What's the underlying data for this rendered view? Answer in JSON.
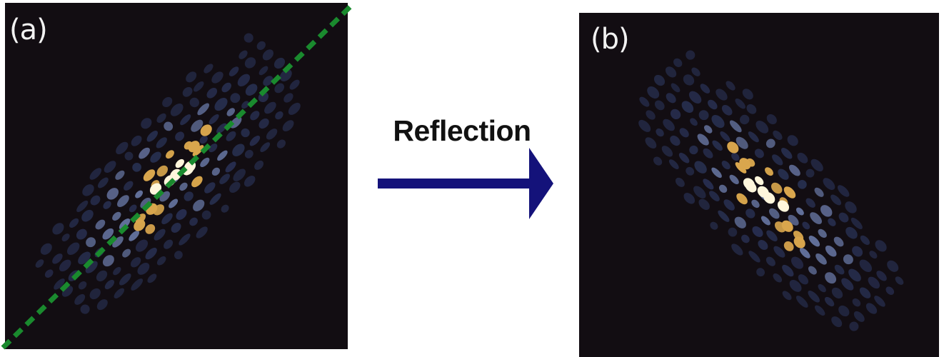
{
  "panels": [
    {
      "id": "a",
      "label": "(a)",
      "mirror_axis": "diagonal",
      "mirror_line_color": "#1a8a2e"
    },
    {
      "id": "b",
      "label": "(b)"
    }
  ],
  "arrow": {
    "label": "Reflection",
    "color": "#14127a"
  },
  "colors": {
    "background": "#120d12",
    "speckle_dim": "#2f3b66",
    "speckle_mid": "#6a7aa8",
    "speckle_bright": "#d9a64d",
    "speckle_peak": "#fff6dc"
  }
}
